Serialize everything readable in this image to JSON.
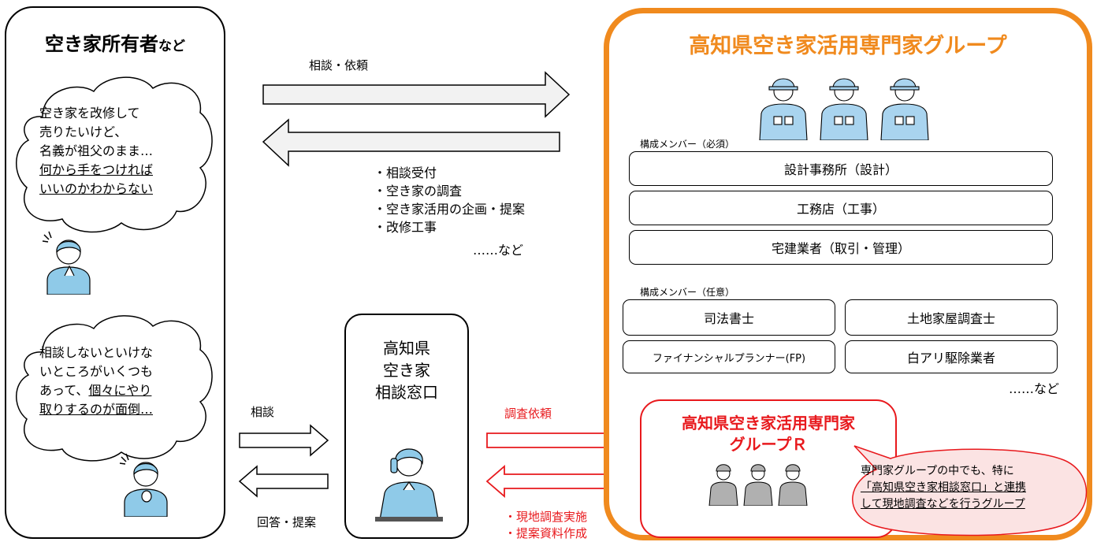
{
  "owner": {
    "title": "空き家所有者",
    "title_suffix": "など",
    "cloud1": [
      "空き家を改修して",
      "売りたいけど、",
      "名義が祖父のまま…",
      "何から手をつければ",
      "いいのかわからない"
    ],
    "cloud2": [
      "相談しないといけな",
      "いところがいくつも",
      "あって、個々にやり",
      "取りするのが面倒…"
    ]
  },
  "flow_top": {
    "request_label": "相談・依頼",
    "services": [
      "・相談受付",
      "・空き家の調査",
      "・空き家活用の企画・提案",
      "・改修工事"
    ],
    "services_etc": "……など"
  },
  "desk": {
    "title_lines": [
      "高知県",
      "空き家",
      "相談窓口"
    ],
    "consult_label": "相談",
    "answer_label": "回答・提案",
    "survey_request_label": "調査依頼",
    "survey_results": [
      "・現地調査実施",
      "・提案資料作成"
    ]
  },
  "group": {
    "title": "高知県空き家活用専門家グループ",
    "required_label": "構成メンバー（必須）",
    "required_members": [
      "設計事務所（設計）",
      "工務店（工事）",
      "宅建業者（取引・管理）"
    ],
    "optional_label": "構成メンバー（任意）",
    "optional_members": [
      "司法書士",
      "土地家屋調査士",
      "ファイナンシャルプランナー(FP)",
      "白アリ駆除業者"
    ],
    "optional_etc": "……など",
    "r_title_lines": [
      "高知県空き家活用専門家",
      "グループＲ"
    ],
    "callout_lines": [
      "専門家グループの中でも、特に",
      "「高知県空き家相談窓口」と連携",
      "して現地調査などを行うグループ"
    ]
  },
  "colors": {
    "orange": "#f08a1e",
    "red": "#e8191d",
    "worker_blue": "#a9d4ef",
    "worker_gray": "#b0b0b0",
    "person_blue": "#8fcae8"
  }
}
